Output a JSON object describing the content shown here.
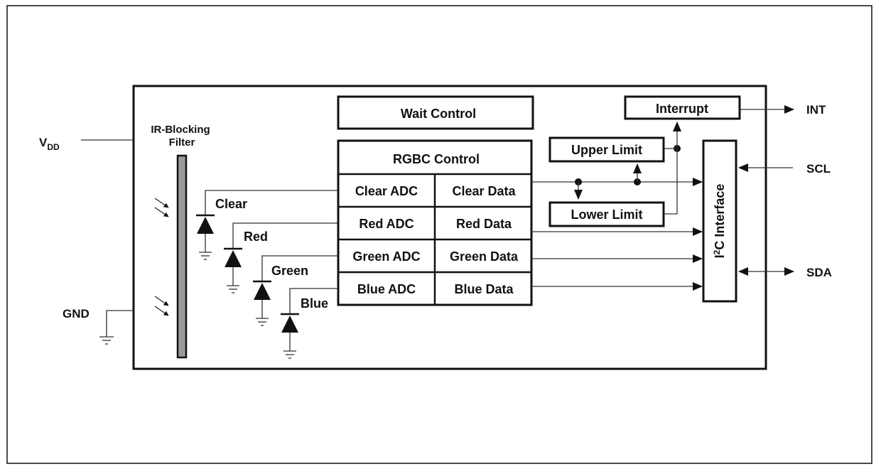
{
  "pins": {
    "vdd_main": "V",
    "vdd_sub": "DD",
    "gnd": "GND",
    "int": "INT",
    "scl": "SCL",
    "sda": "SDA"
  },
  "filter": {
    "line1": "IR-Blocking",
    "line2": "Filter"
  },
  "photodiodes": {
    "clear": "Clear",
    "red": "Red",
    "green": "Green",
    "blue": "Blue"
  },
  "blocks": {
    "wait_control": "Wait Control",
    "rgbc_control": "RGBC Control",
    "clear_adc": "Clear ADC",
    "clear_data": "Clear Data",
    "red_adc": "Red ADC",
    "red_data": "Red Data",
    "green_adc": "Green ADC",
    "green_data": "Green Data",
    "blue_adc": "Blue ADC",
    "blue_data": "Blue Data",
    "interrupt": "Interrupt",
    "upper_limit": "Upper Limit",
    "lower_limit": "Lower Limit",
    "i2c_interface_prefix": "I",
    "i2c_interface_sup": "2",
    "i2c_interface_suffix": "C Interface"
  }
}
